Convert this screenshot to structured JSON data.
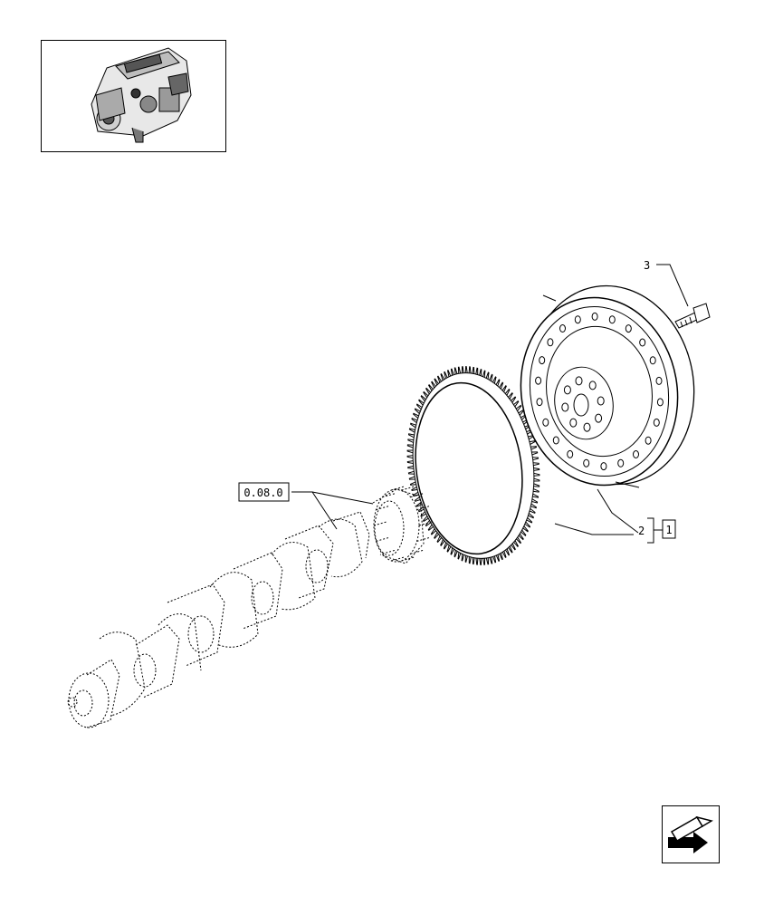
{
  "callouts": {
    "ref_section": "0.08.0",
    "item_2": "2",
    "item_3": "3",
    "ref_group": "1"
  },
  "icons": {
    "thumbnail": "engine-thumbnail-icon",
    "navigation": "next-page-arrow-icon"
  },
  "colors": {
    "line": "#000000",
    "background": "#ffffff"
  }
}
